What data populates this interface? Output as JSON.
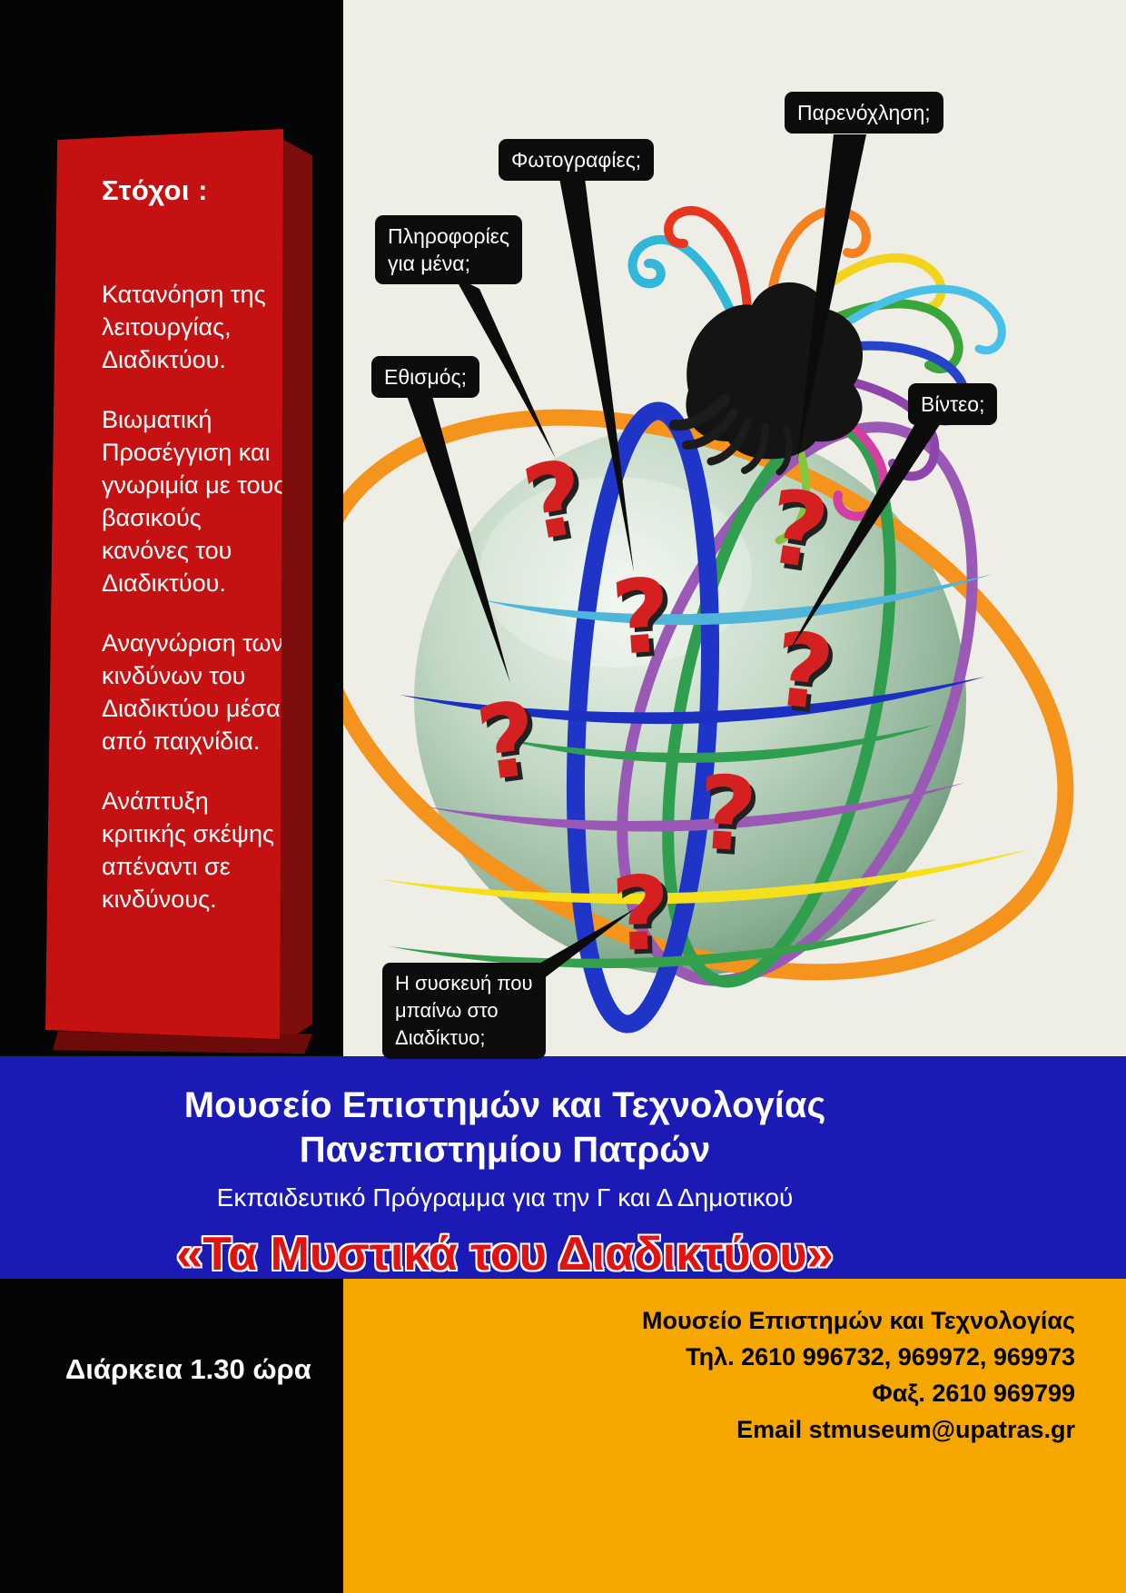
{
  "colors": {
    "red_panel": "#C51111",
    "blue_band": "#1B1AB5",
    "orange_footer": "#F5A700",
    "accent_red": "#E01212",
    "background": "#EFEEE6"
  },
  "goals": {
    "title": "Στόχοι :",
    "paragraphs": [
      "Κατανόηση της λειτουργίας, Διαδικτύου.",
      "Βιωματική Προσέγγιση και γνωριμία με τους βασικούς κανόνες του Διαδικτύου.",
      "Αναγνώριση των  κινδύνων του Διαδικτύου μέσα από παιχνίδια.",
      "Ανάπτυξη κριτικής σκέψης απέναντι σε κινδύνους."
    ]
  },
  "callouts": {
    "harassment": "Παρενόχληση;",
    "photos": "Φωτογραφίες;",
    "info": "Πληροφορίες\nγια μένα;",
    "addiction": "Εθισμός;",
    "video": "Βίντεο;",
    "device": "Η συσκευή που\nμπαίνω  στο\nΔιαδίκτυο;"
  },
  "illustration": {
    "question_mark": "?"
  },
  "banner": {
    "line1": "Μουσείο  Επιστημών και Τεχνολογίας",
    "line2": "Πανεπιστημίου Πατρών",
    "subtitle": "Εκπαιδευτικό Πρόγραμμα για την Γ και Δ Δημοτικού",
    "title": "«Τα Μυστικά του Διαδικτύου»"
  },
  "footer": {
    "duration": "Διάρκεια  1.30 ώρα",
    "contact_lines": [
      "Μουσείο Επιστημών και Τεχνολογίας",
      "Τηλ. 2610 996732, 969972, 969973",
      "Φαξ. 2610 969799",
      "Email stmuseum@upatras.gr"
    ]
  }
}
